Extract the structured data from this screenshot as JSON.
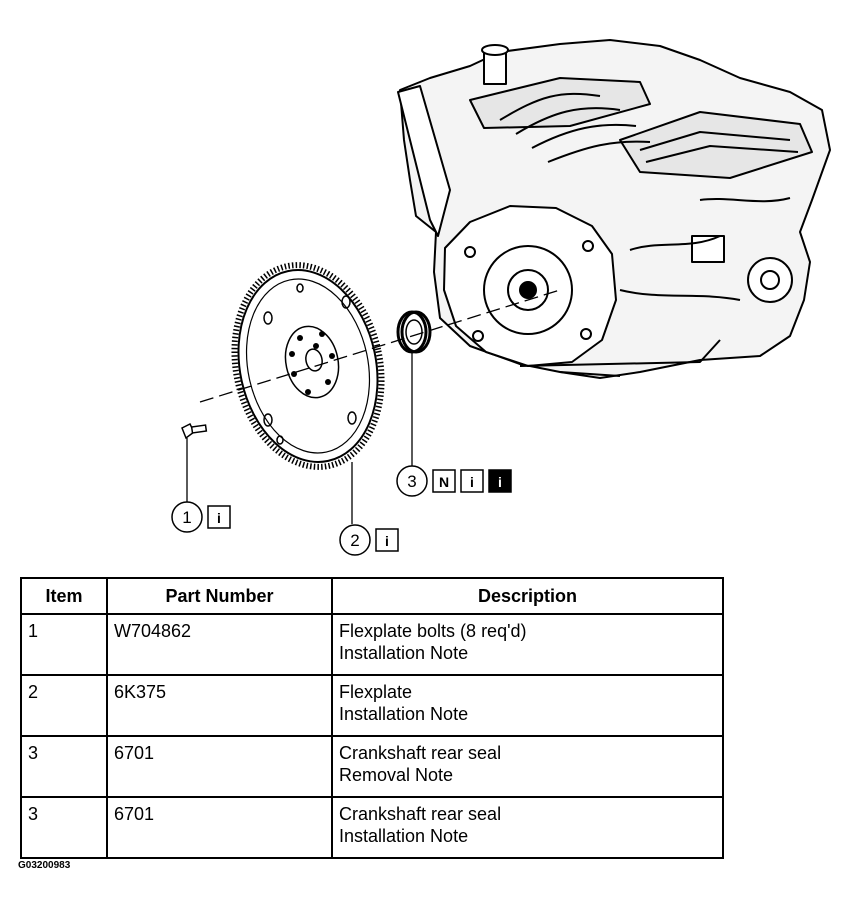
{
  "callouts": [
    {
      "number": "1",
      "icons": [
        "i"
      ]
    },
    {
      "number": "2",
      "icons": [
        "i"
      ]
    },
    {
      "number": "3",
      "icons": [
        "N",
        "i",
        "i"
      ]
    }
  ],
  "table": {
    "headers": [
      "Item",
      "Part Number",
      "Description"
    ],
    "rows": [
      {
        "item": "1",
        "part_number": "W704862",
        "description": "Flexplate bolts (8 req'd)",
        "note": "Installation Note"
      },
      {
        "item": "2",
        "part_number": "6K375",
        "description": "Flexplate",
        "note": "Installation Note"
      },
      {
        "item": "3",
        "part_number": "6701",
        "description": "Crankshaft rear seal",
        "note": "Removal Note"
      },
      {
        "item": "3",
        "part_number": "6701",
        "description": "Crankshaft rear seal",
        "note": "Installation Note"
      }
    ]
  },
  "figure_id": "G03200983"
}
